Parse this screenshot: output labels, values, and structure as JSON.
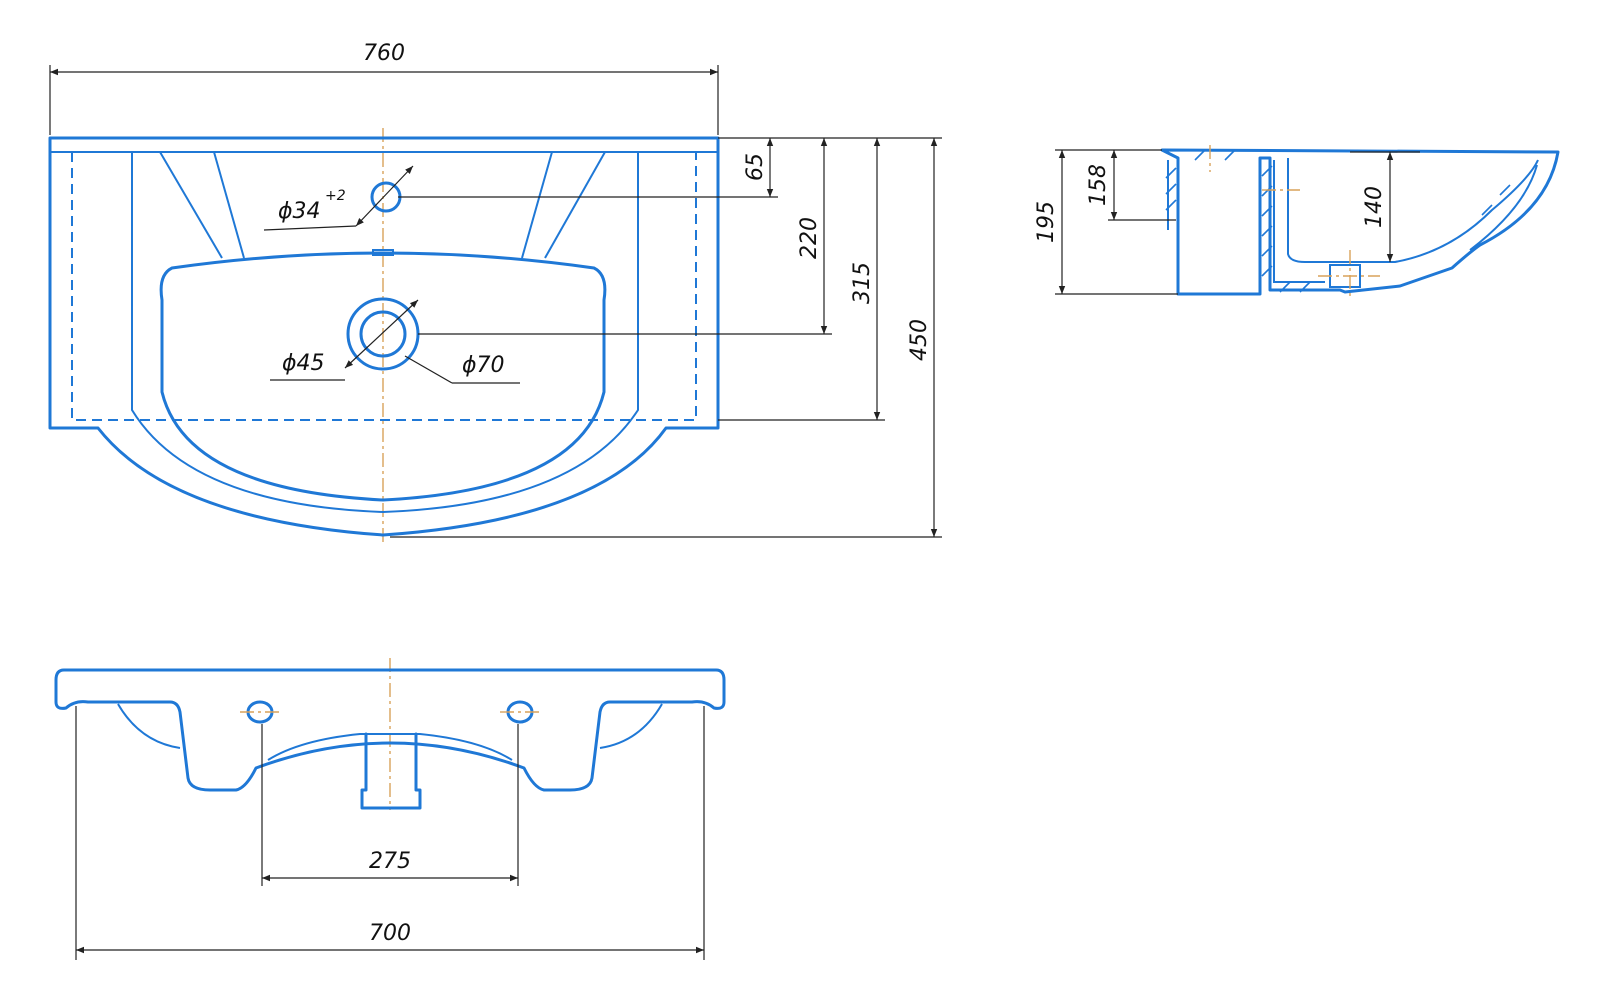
{
  "colors": {
    "outline": "#1f78d6",
    "center_line": "#d9a25a",
    "dimension": "#222222"
  },
  "dimensions": {
    "width_overall": "760",
    "depth_rim": "65",
    "depth_drain": "220",
    "depth_back": "315",
    "depth_overall": "450",
    "tap_hole_dia": "ϕ34",
    "tap_hole_tol": "+2",
    "drain_inner_dia": "ϕ45",
    "drain_outer_dia": "ϕ70",
    "side_height_total": "195",
    "side_height_rim": "158",
    "side_bowl_depth": "140",
    "bracket_spacing": "275",
    "width_mount": "700"
  }
}
